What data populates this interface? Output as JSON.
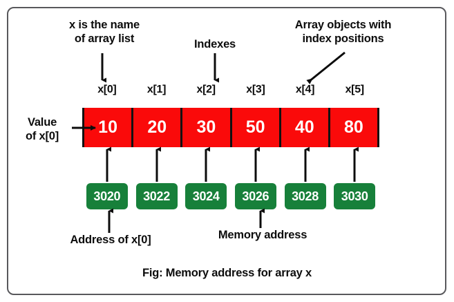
{
  "figure": {
    "caption": "Fig: Memory address for array x",
    "frame_color": "#58585c",
    "background": "#ffffff"
  },
  "annotations": {
    "array_name": "x is the name\nof array list",
    "indexes": "Indexes",
    "array_objects": "Array objects with\nindex positions",
    "value_of_x0": "Value\nof x[0]",
    "address_of_x0": "Address of x[0]",
    "memory_address": "Memory address"
  },
  "array": {
    "cell_color": "#fa0a0a",
    "text_color": "#ffffff",
    "border_color": "#111111",
    "indexes": [
      "x[0]",
      "x[1]",
      "x[2]",
      "x[3]",
      "x[4]",
      "x[5]"
    ],
    "values": [
      "10",
      "20",
      "30",
      "50",
      "40",
      "80"
    ]
  },
  "memory": {
    "box_color": "#17803a",
    "text_color": "#ffffff",
    "addresses": [
      "3020",
      "3022",
      "3024",
      "3026",
      "3028",
      "3030"
    ]
  }
}
